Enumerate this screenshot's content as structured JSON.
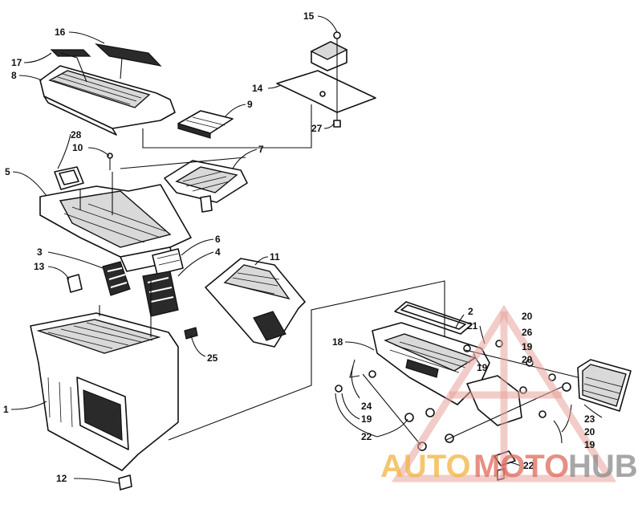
{
  "callouts": {
    "c1": "1",
    "c2": "2",
    "c3": "3",
    "c4": "4",
    "c5": "5",
    "c6": "6",
    "c7": "7",
    "c8": "8",
    "c9": "9",
    "c10": "10",
    "c11": "11",
    "c12": "12",
    "c13": "13",
    "c14": "14",
    "c15": "15",
    "c16": "16",
    "c17": "17",
    "c18": "18",
    "c19a": "19",
    "c19b": "19",
    "c19c": "19",
    "c19d": "19",
    "c20a": "20",
    "c20b": "20",
    "c20c": "20",
    "c21": "21",
    "c22a": "22",
    "c22b": "22",
    "c23": "23",
    "c24": "24",
    "c25": "25",
    "c26": "26",
    "c27": "27",
    "c28": "28"
  },
  "watermark": {
    "text_auto": "AUTO",
    "text_moto": "MOTO",
    "text_hub": "HUB",
    "color_orange": "#f2b441",
    "color_red": "#e06a5c",
    "color_grey": "#8a8a8a"
  }
}
